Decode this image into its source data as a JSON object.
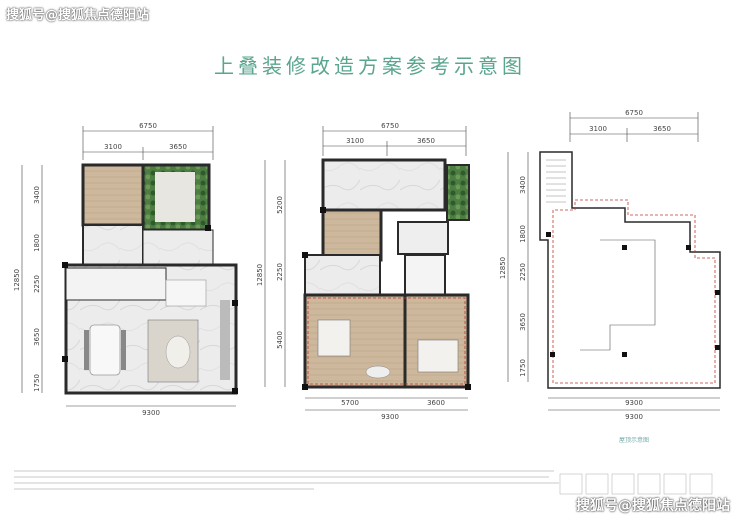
{
  "watermark_top": "搜狐号@搜狐焦点德阳站",
  "watermark_bottom": "搜狐号@搜狐焦点德阳站",
  "title": "上叠装修改造方案参考示意图",
  "plan1": {
    "top_total": "6750",
    "top_a": "3100",
    "top_b": "3650",
    "left_total": "12850",
    "left_dims": [
      "3400",
      "1800",
      "2250",
      "3650",
      "1750"
    ],
    "bottom_total": "9300"
  },
  "plan2": {
    "top_total": "6750",
    "top_a": "3100",
    "top_b": "3650",
    "left_total": "12850",
    "left_dims": [
      "5200",
      "2250",
      "5400"
    ],
    "bottom_a": "5700",
    "bottom_b": "3600",
    "bottom_total": "9300"
  },
  "plan3": {
    "top_total": "6750",
    "top_a": "3100",
    "top_b": "3650",
    "left_total": "12850",
    "left_dims": [
      "3400",
      "1800",
      "2250",
      "3650",
      "1750"
    ],
    "bottom_a": "9300",
    "bottom_total": "9300",
    "caption": "屋顶示意图"
  },
  "colors": {
    "title": "#5aa58f",
    "wall": "#2a2a2a",
    "marble": "#e9e9ea",
    "wood": "#c8b39a",
    "green": "#3f6b3a",
    "redline": "#c0392b"
  }
}
